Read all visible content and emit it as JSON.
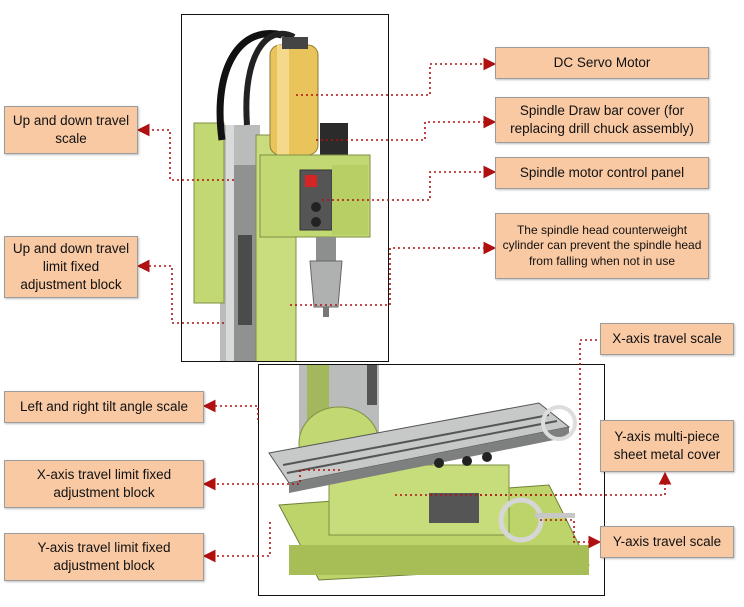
{
  "colors": {
    "callout_fill": "#f9c9a3",
    "leader_line": "#b01010",
    "machine_green": "#c2d872",
    "motor_yellow": "#e8c45a",
    "steel": "#a9acab"
  },
  "photos": {
    "top": {
      "subject": "mill head and column"
    },
    "bottom": {
      "subject": "compound table and base"
    }
  },
  "labels": {
    "dc_servo_motor": "DC Servo Motor",
    "drawbar_cover": "Spindle Draw bar cover (for replacing drill chuck assembly)",
    "motor_control_panel": "Spindle motor control panel",
    "counterweight": "The spindle head counterweight cylinder can prevent the spindle head from falling when not in use",
    "updown_scale": "Up and down travel scale",
    "updown_limit_block": "Up and down travel limit fixed adjustment block",
    "x_scale": "X-axis travel scale",
    "tilt_scale": "Left and right tilt angle scale",
    "x_limit_block": "X-axis travel limit fixed adjustment block",
    "y_cover": "Y-axis multi-piece sheet metal cover",
    "y_limit_block": "Y-axis travel limit fixed adjustment block",
    "y_scale": "Y-axis travel scale"
  }
}
